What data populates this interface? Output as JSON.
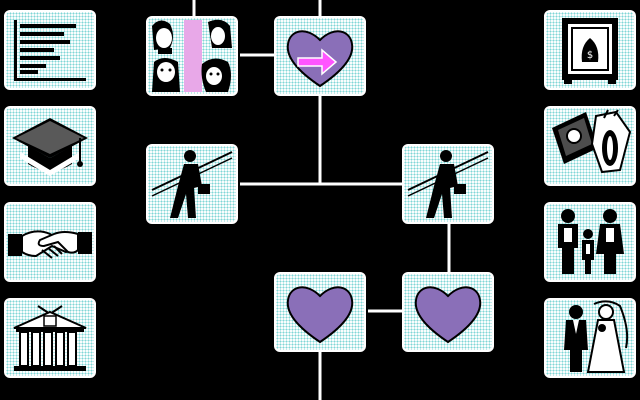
{
  "screen": {
    "title": "",
    "background_color": "#000000",
    "line_color": "#ffffff",
    "tile_color": "#ffffff",
    "dither_color": "#7fd6d6",
    "heart_color": "#8a6fb8",
    "arrow_color": "#ff55ff"
  },
  "left_column": [
    {
      "id": "stats",
      "icon": "bar-graph-icon"
    },
    {
      "id": "education",
      "icon": "graduation-cap-icon"
    },
    {
      "id": "business",
      "icon": "handshake-icon"
    },
    {
      "id": "bank",
      "icon": "bank-building-icon"
    }
  ],
  "right_column": [
    {
      "id": "safe",
      "icon": "money-safe-icon"
    },
    {
      "id": "shopping",
      "icon": "shopping-items-icon"
    },
    {
      "id": "family",
      "icon": "family-icon"
    },
    {
      "id": "wedding",
      "icon": "wedding-couple-icon"
    }
  ],
  "center_nodes": [
    {
      "id": "people",
      "icon": "people-faces-icon"
    },
    {
      "id": "heart-arrow",
      "icon": "heart-with-arrow-icon"
    },
    {
      "id": "walker-left",
      "icon": "walking-businessman-icon"
    },
    {
      "id": "walker-right",
      "icon": "walking-businessman-icon"
    },
    {
      "id": "heart-bottom-left",
      "icon": "heart-icon"
    },
    {
      "id": "heart-bottom-right",
      "icon": "heart-icon"
    }
  ]
}
